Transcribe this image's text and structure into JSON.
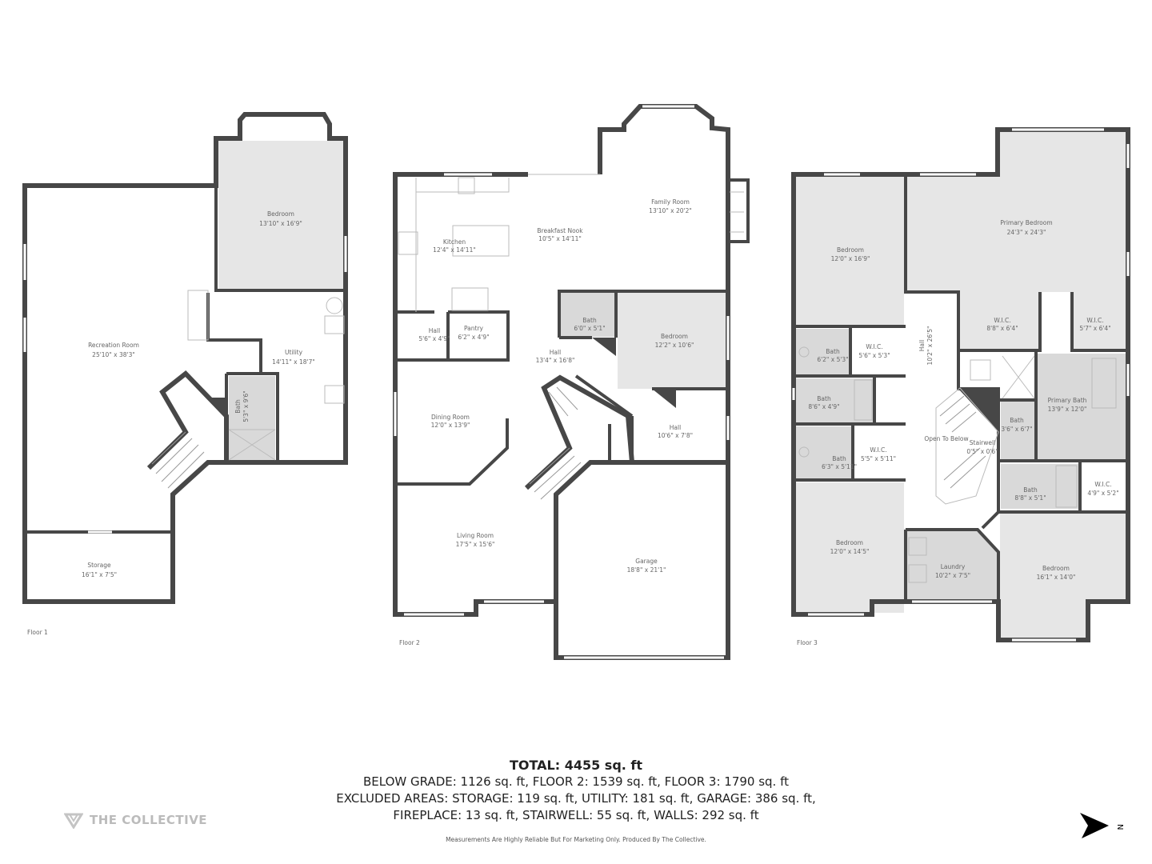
{
  "floors": [
    {
      "label": "Floor 1",
      "rooms": [
        {
          "name": "Bedroom",
          "dims": "13'10\" x 16'9\""
        },
        {
          "name": "Recreation Room",
          "dims": "25'10\" x 38'3\""
        },
        {
          "name": "Utility",
          "dims": "14'11\" x 18'7\""
        },
        {
          "name": "Bath",
          "dims": "5'3\" x 9'6\""
        },
        {
          "name": "Storage",
          "dims": "16'1\" x 7'5\""
        }
      ]
    },
    {
      "label": "Floor 2",
      "rooms": [
        {
          "name": "Family Room",
          "dims": "13'10\" x 20'2\""
        },
        {
          "name": "Breakfast Nook",
          "dims": "10'5\" x 14'11\""
        },
        {
          "name": "Kitchen",
          "dims": "12'4\" x 14'11\""
        },
        {
          "name": "Hall",
          "dims": "5'6\" x 4'9\""
        },
        {
          "name": "Pantry",
          "dims": "6'2\" x 4'9\""
        },
        {
          "name": "Bath",
          "dims": "6'0\" x 5'1\""
        },
        {
          "name": "Bedroom",
          "dims": "12'2\" x 10'6\""
        },
        {
          "name": "Hall",
          "dims": "13'4\" x 16'8\""
        },
        {
          "name": "Dining Room",
          "dims": "12'0\" x 13'9\""
        },
        {
          "name": "Hall",
          "dims": "10'6\" x 7'8\""
        },
        {
          "name": "Living Room",
          "dims": "17'5\" x 15'6\""
        },
        {
          "name": "Garage",
          "dims": "18'8\" x 21'1\""
        }
      ]
    },
    {
      "label": "Floor 3",
      "rooms": [
        {
          "name": "Bedroom",
          "dims": "12'0\" x 16'9\""
        },
        {
          "name": "Primary Bedroom",
          "dims": "24'3\" x 24'3\""
        },
        {
          "name": "W.I.C.",
          "dims": "8'8\" x 6'4\""
        },
        {
          "name": "W.I.C.",
          "dims": "5'7\" x 6'4\""
        },
        {
          "name": "Hall",
          "dims": "10'2\" x 26'5\""
        },
        {
          "name": "Bath",
          "dims": "6'2\" x 5'3\""
        },
        {
          "name": "W.I.C.",
          "dims": "5'6\" x 5'3\""
        },
        {
          "name": "Bath",
          "dims": "8'6\" x 4'9\""
        },
        {
          "name": "Primary Bath",
          "dims": "13'9\" x 12'0\""
        },
        {
          "name": "Bath",
          "dims": "3'6\" x 6'7\""
        },
        {
          "name": "Open To Below",
          "dims": ""
        },
        {
          "name": "Stairwell",
          "dims": "0'5\" x 0'6\""
        },
        {
          "name": "Bath",
          "dims": "6'3\" x 5'11\""
        },
        {
          "name": "W.I.C.",
          "dims": "5'5\" x 5'11\""
        },
        {
          "name": "Bath",
          "dims": "8'8\" x 5'1\""
        },
        {
          "name": "W.I.C.",
          "dims": "4'9\" x 5'2\""
        },
        {
          "name": "Bedroom",
          "dims": "12'0\" x 14'5\""
        },
        {
          "name": "Laundry",
          "dims": "10'2\" x 7'5\""
        },
        {
          "name": "Bedroom",
          "dims": "16'1\" x 14'0\""
        }
      ]
    }
  ],
  "summary": {
    "total": "TOTAL: 4455 sq. ft",
    "line1": "BELOW GRADE: 1126 sq. ft, FLOOR 2: 1539 sq. ft, FLOOR 3: 1790 sq. ft",
    "line2": "EXCLUDED AREAS: STORAGE: 119 sq. ft, UTILITY: 181 sq. ft, GARAGE: 386 sq. ft,",
    "line3": "FIREPLACE: 13 sq. ft, STAIRWELL: 55 sq. ft, WALLS: 292 sq. ft"
  },
  "disclaimer": "Measurements Are Highly Reliable But For Marketing Only. Produced By The Collective.",
  "brand": "THE COLLECTIVE",
  "compass": {
    "label": "N",
    "icon": "north-arrow-icon"
  },
  "colors": {
    "wall": "#474747",
    "room_fill": "#e6e6e6",
    "text": "#666666"
  }
}
